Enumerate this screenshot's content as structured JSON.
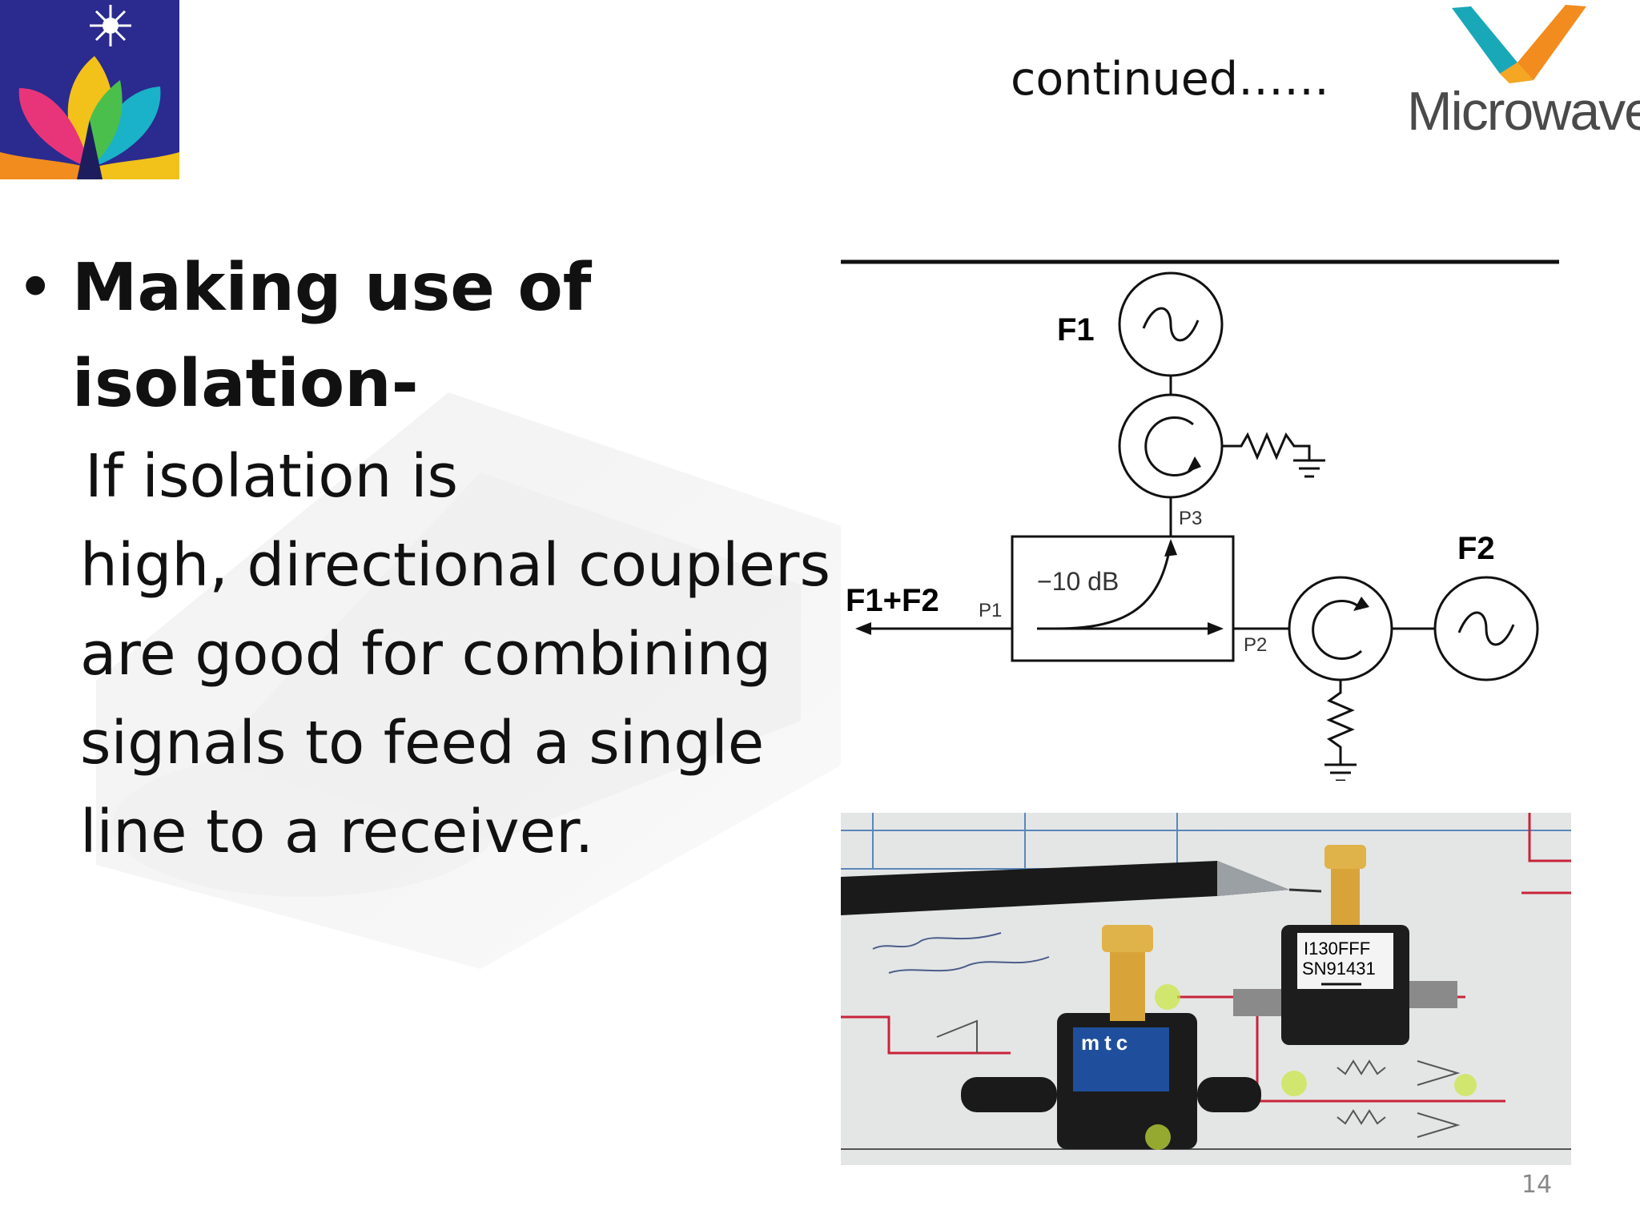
{
  "header": {
    "continued_text": "continued……",
    "brand_logo_text": "Microwave"
  },
  "bullet": {
    "heading": "Making use of isolation-",
    "bullet_symbol": "•",
    "body_lines": [
      "If isolation is",
      "high, directional couplers",
      "are good for combining",
      "signals to feed a single",
      "line to a receiver."
    ]
  },
  "diagram": {
    "source_f1": "F1",
    "source_f2": "F2",
    "output_label": "F1+F2",
    "port_p1": "P1",
    "port_p2": "P2",
    "port_p3": "P3",
    "coupling": "−10 dB"
  },
  "photo": {
    "device_label_line1": "I130FFF",
    "device_label_line2": "SN91431",
    "device_brand": "mtc"
  },
  "footer": {
    "page_number": "14"
  },
  "colors": {
    "logo_left_bg": "#2a2a8c",
    "logo_right_orange": "#f28c1e",
    "logo_right_teal": "#19a8b8",
    "text": "#111111"
  }
}
